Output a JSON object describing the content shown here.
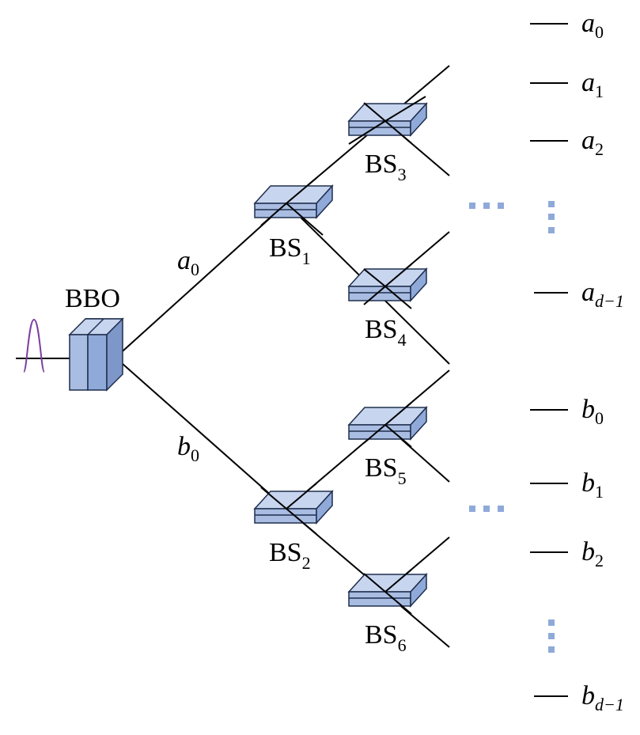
{
  "source": {
    "label": "BBO"
  },
  "beams": [
    {
      "sym": "a",
      "sub": "0"
    },
    {
      "sym": "b",
      "sub": "0"
    }
  ],
  "beamsplitters": [
    {
      "base": "BS",
      "sub": "1"
    },
    {
      "base": "BS",
      "sub": "2"
    },
    {
      "base": "BS",
      "sub": "3"
    },
    {
      "base": "BS",
      "sub": "4"
    },
    {
      "base": "BS",
      "sub": "5"
    },
    {
      "base": "BS",
      "sub": "6"
    }
  ],
  "outputs": [
    {
      "sym": "a",
      "sub": "0"
    },
    {
      "sym": "a",
      "sub": "1"
    },
    {
      "sym": "a",
      "sub": "2"
    },
    {
      "sym": "a",
      "sub": "d−1"
    },
    {
      "sym": "b",
      "sub": "0"
    },
    {
      "sym": "b",
      "sub": "1"
    },
    {
      "sym": "b",
      "sub": "2"
    },
    {
      "sym": "b",
      "sub": "d−1"
    }
  ],
  "colors": {
    "bs_face": "#a9bde2",
    "bs_stroke": "#1f2e4d",
    "crystal_face": "#8fa9d9",
    "pulse": "#7a3fa0",
    "dots": "#8fa9d9"
  }
}
